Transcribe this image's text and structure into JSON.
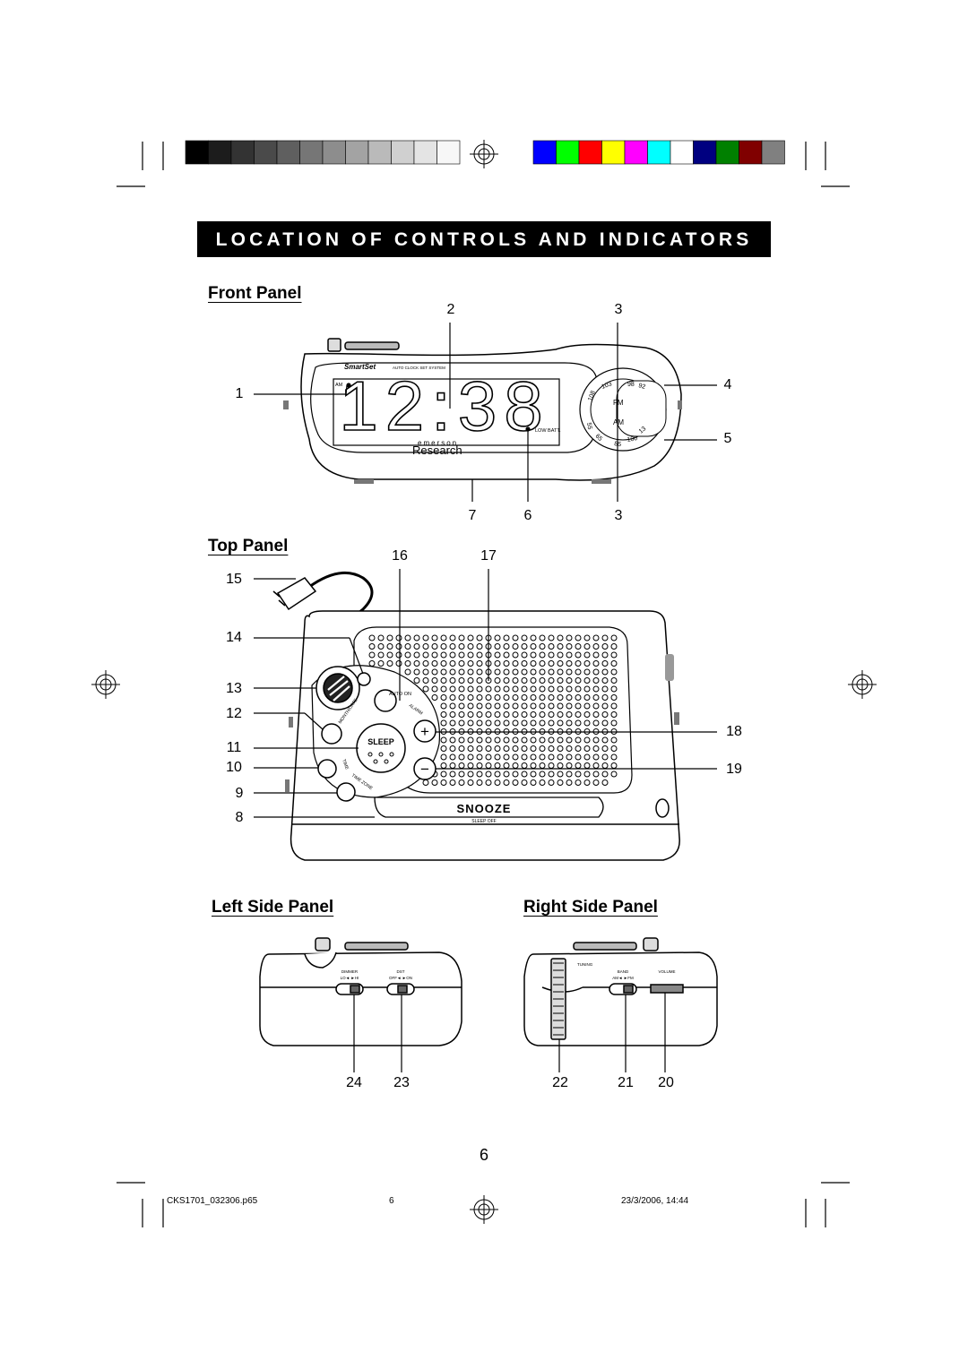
{
  "header": {
    "title": "LOCATION OF CONTROLS AND INDICATORS"
  },
  "calibration_bars": {
    "grays": [
      "#000000",
      "#1c1c1c",
      "#333333",
      "#4a4a4a",
      "#5f5f5f",
      "#767676",
      "#8d8d8d",
      "#a3a3a3",
      "#bababa",
      "#d0d0d0",
      "#e4e4e4",
      "#f7f7f7"
    ],
    "colors": [
      "#0000ff",
      "#00ff00",
      "#ff0000",
      "#ffff00",
      "#ff00ff",
      "#00ffff",
      "#ffffff",
      "#000080",
      "#008000",
      "#800000",
      "#808080"
    ]
  },
  "front_panel": {
    "title": "Front Panel",
    "callouts": {
      "c1": "1",
      "c2": "2",
      "c3a": "3",
      "c4": "4",
      "c5": "5",
      "c7": "7",
      "c6": "6",
      "c3b": "3"
    },
    "clock": {
      "time": "12:38",
      "brand_line": "SmartSet",
      "system_label": "AUTO CLOCK SET SYSTEM",
      "am_label": "AM",
      "low_batt_label": "LOW BATT.",
      "maker_small": "emerson",
      "maker": "Research",
      "dial_fm": "FM",
      "dial_am": "AM",
      "dial_numbers": [
        "108",
        "103",
        "98",
        "92",
        "55",
        "65",
        "85",
        "100",
        "13"
      ]
    }
  },
  "top_panel": {
    "title": "Top Panel",
    "callouts": {
      "c16": "16",
      "c17": "17",
      "c15": "15",
      "c14": "14",
      "c13": "13",
      "c12": "12",
      "c11": "11",
      "c10": "10",
      "c9": "9",
      "c8": "8",
      "c18": "18",
      "c19": "19"
    },
    "labels": {
      "sleep": "SLEEP",
      "snooze": "SNOOZE",
      "sleep_off": "SLEEP OFF",
      "auto_on": "AUTO ON",
      "month_date": "MONTH/DATE",
      "alarm": "ALARM",
      "time": "TIME",
      "time_zone": "TIME ZONE",
      "plus": "+",
      "minus": "−"
    }
  },
  "left_side_panel": {
    "title": "Left Side Panel",
    "callouts": {
      "c24": "24",
      "c23": "23"
    },
    "labels": {
      "dimmer": "DIMMER",
      "dimmer_positions": "LO◄   ►HI",
      "dst": "DST",
      "dst_positions": "OFF◄   ►ON"
    }
  },
  "right_side_panel": {
    "title": "Right Side Panel",
    "callouts": {
      "c22": "22",
      "c21": "21",
      "c20": "20"
    },
    "labels": {
      "tuning": "TUNING",
      "band": "BAND",
      "band_positions": "AM◄   ►FM",
      "volume": "VOLUME"
    }
  },
  "page_number": "6",
  "footer": {
    "file": "CKS1701_032306.p65",
    "page": "6",
    "timestamp": "23/3/2006, 14:44"
  }
}
